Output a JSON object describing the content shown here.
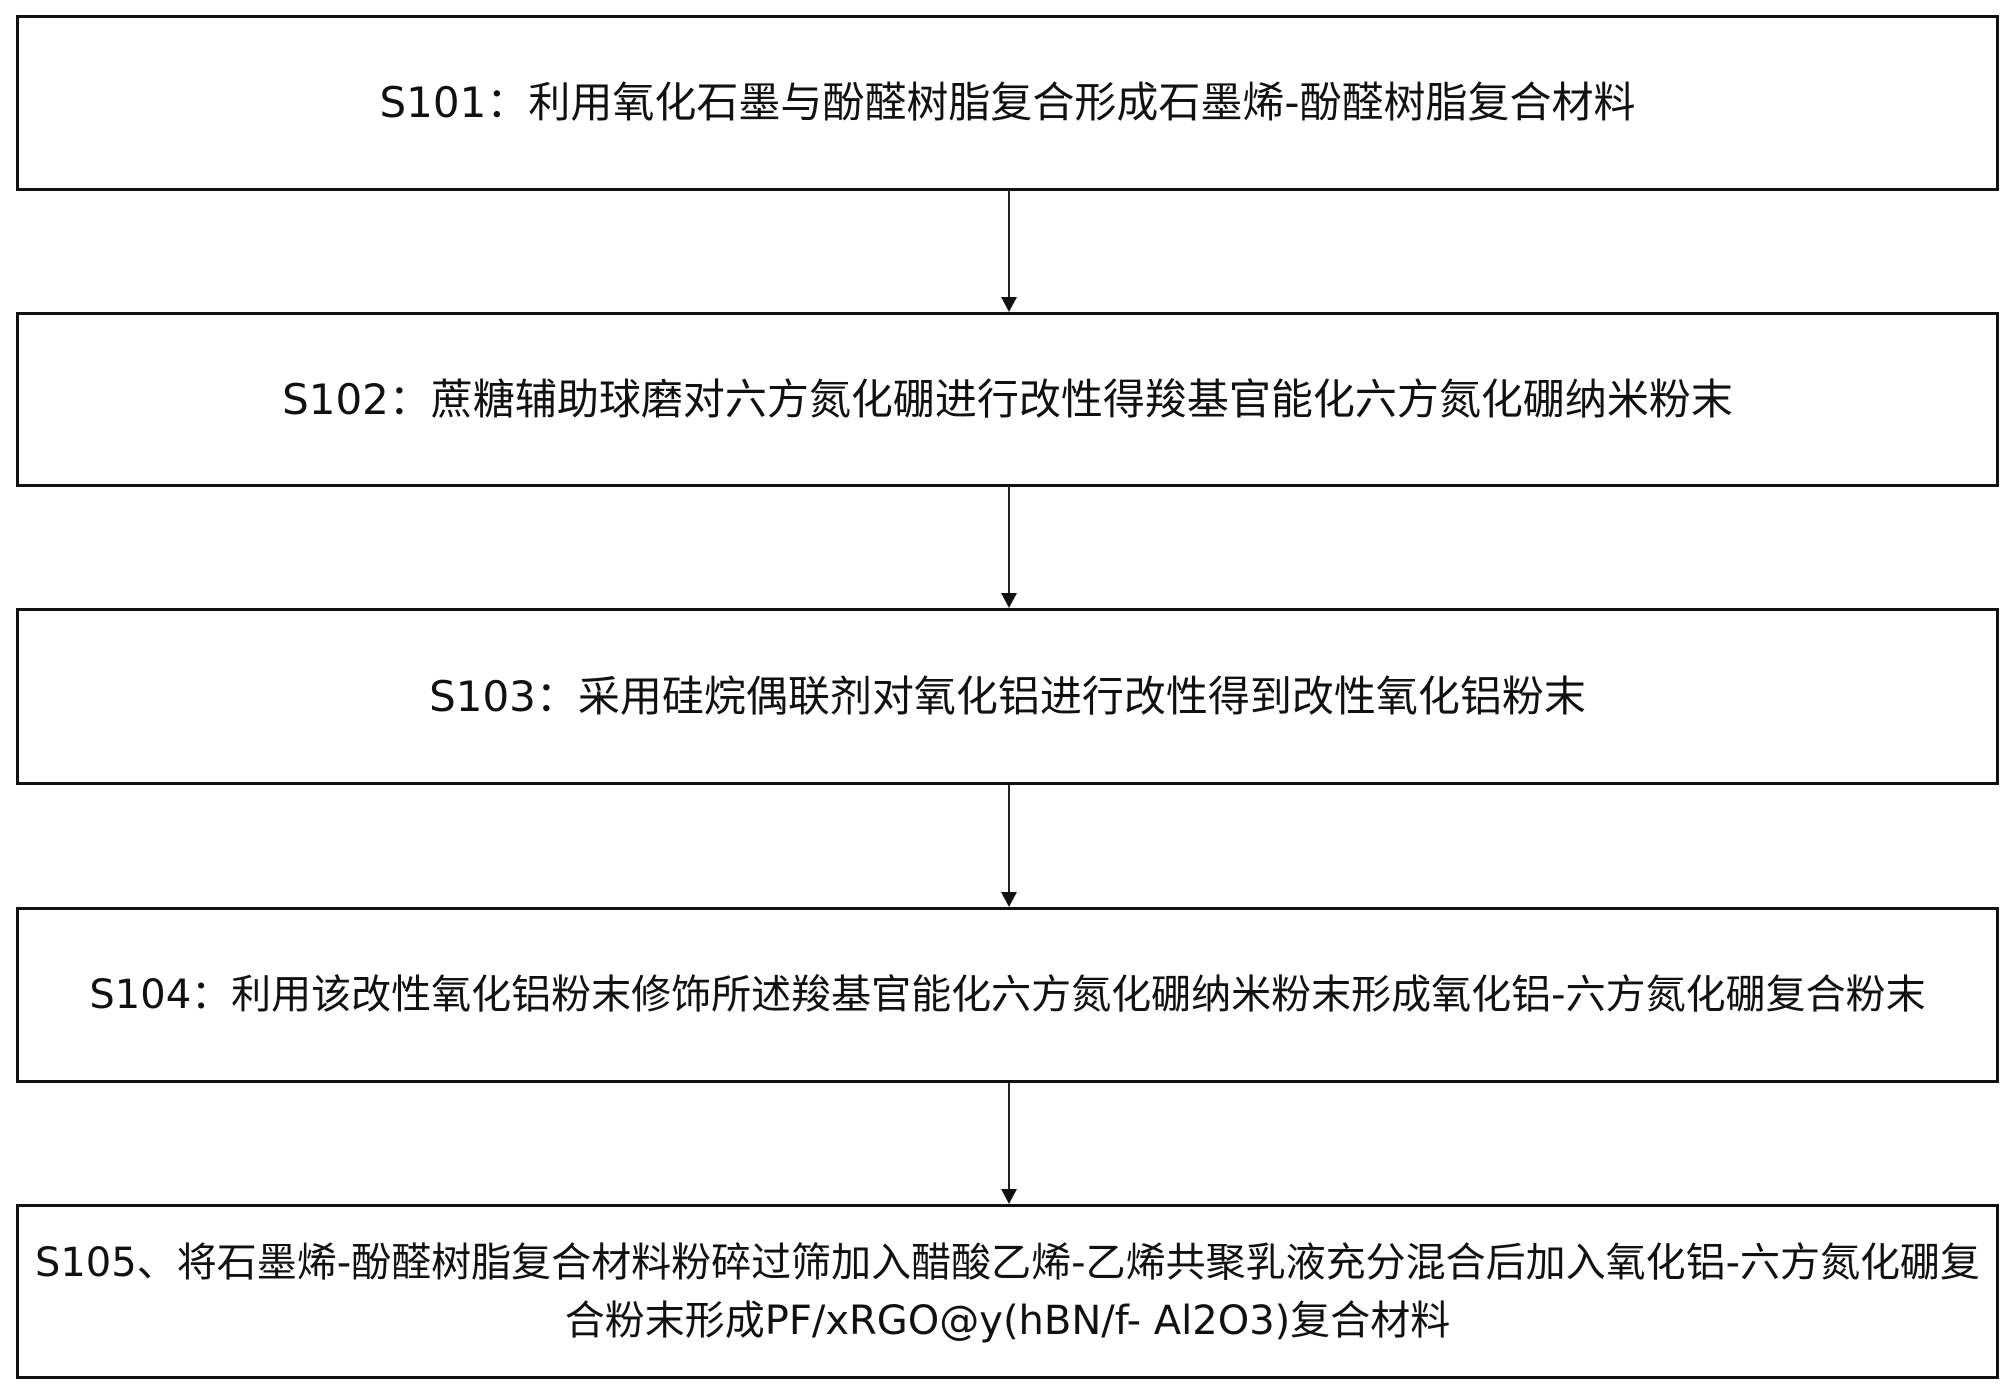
{
  "diagram": {
    "type": "flowchart",
    "direction": "top-to-bottom",
    "colors": {
      "border": "#111111",
      "text": "#111111",
      "background": "#ffffff",
      "arrow": "#111111"
    },
    "steps": [
      {
        "id": "S101",
        "text": "S101：利用氧化石墨与酚醛树脂复合形成石墨烯-酚醛树脂复合材料"
      },
      {
        "id": "S102",
        "text": "S102：蔗糖辅助球磨对六方氮化硼进行改性得羧基官能化六方氮化硼纳米粉末"
      },
      {
        "id": "S103",
        "text": "S103：采用硅烷偶联剂对氧化铝进行改性得到改性氧化铝粉末"
      },
      {
        "id": "S104",
        "text": "S104：利用该改性氧化铝粉末修饰所述羧基官能化六方氮化硼纳米粉末形成氧化铝-六方氮化硼复合粉末"
      },
      {
        "id": "S105",
        "text": "S105、将石墨烯-酚醛树脂复合材料粉碎过筛加入醋酸乙烯-乙烯共聚乳液充分混合后加入氧化铝-六方氮化硼复合粉末形成PF/xRGO@y(hBN/f- Al2O3)复合材料"
      }
    ],
    "edges": [
      {
        "from": "S101",
        "to": "S102"
      },
      {
        "from": "S102",
        "to": "S103"
      },
      {
        "from": "S103",
        "to": "S104"
      },
      {
        "from": "S104",
        "to": "S105"
      }
    ]
  }
}
